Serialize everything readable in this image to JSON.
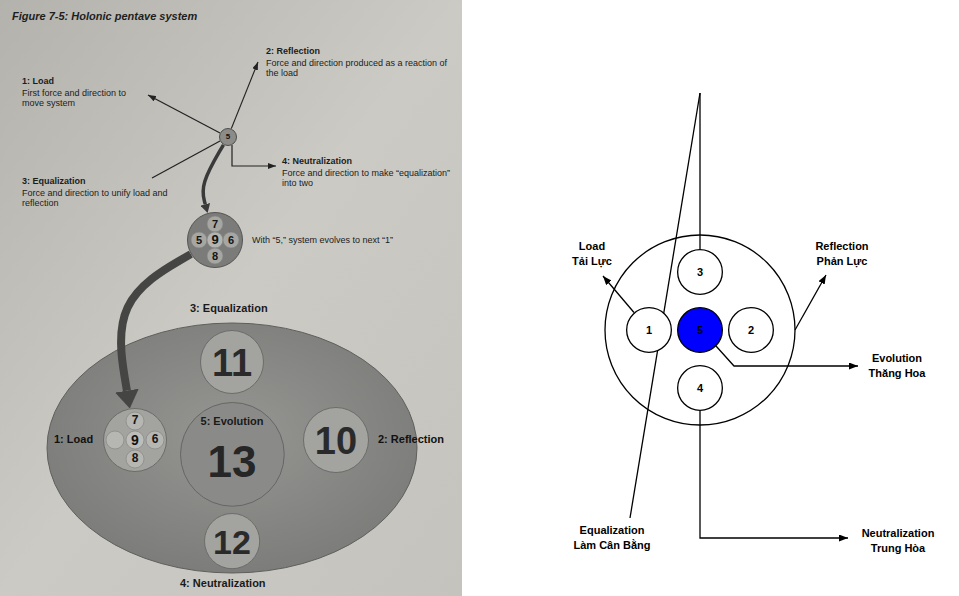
{
  "diagram": {
    "title": "Figure 7-5: Holonic pentave system",
    "nodes": [
      {
        "text": [
          "5"
        ]
      },
      {
        "text": [
          "7",
          "5",
          "9",
          "6",
          "8"
        ]
      },
      {
        "text": [
          "11"
        ]
      },
      {
        "text": [
          "7",
          "9",
          "6",
          "8"
        ]
      },
      {
        "text": [
          "5: Evolution",
          "13"
        ]
      },
      {
        "text": [
          "10"
        ]
      },
      {
        "text": [
          "12"
        ]
      },
      {
        "text": [
          "3"
        ]
      },
      {
        "text": [
          "1"
        ]
      },
      {
        "text": [
          "5"
        ]
      },
      {
        "text": [
          "2"
        ]
      },
      {
        "text": [
          "4"
        ]
      }
    ],
    "edges": [
      {
        "from": 0,
        "to": 1,
        "arrow": "to"
      },
      {
        "from": 1,
        "to": 3,
        "arrow": "to"
      }
    ],
    "labels": [
      "1: Load",
      "First force and direction to move system",
      "2: Reflection",
      "Force and direction produced as a reaction of the load",
      "3: Equalization",
      "Force and direction to unify load and reflection",
      "4: Neutralization",
      "Force and direction to make “equalization” into two",
      "With “5,” system evolves to next “1”",
      "3: Equalization",
      "1: Load",
      "2: Reflection",
      "4: Neutralization",
      "Load",
      "Tải Lực",
      "Reflection",
      "Phản Lực",
      "Evolution",
      "Thăng Hoa",
      "Equalization",
      "Làm Cân Bằng",
      "Neutralization",
      "Trung Hòa"
    ]
  }
}
